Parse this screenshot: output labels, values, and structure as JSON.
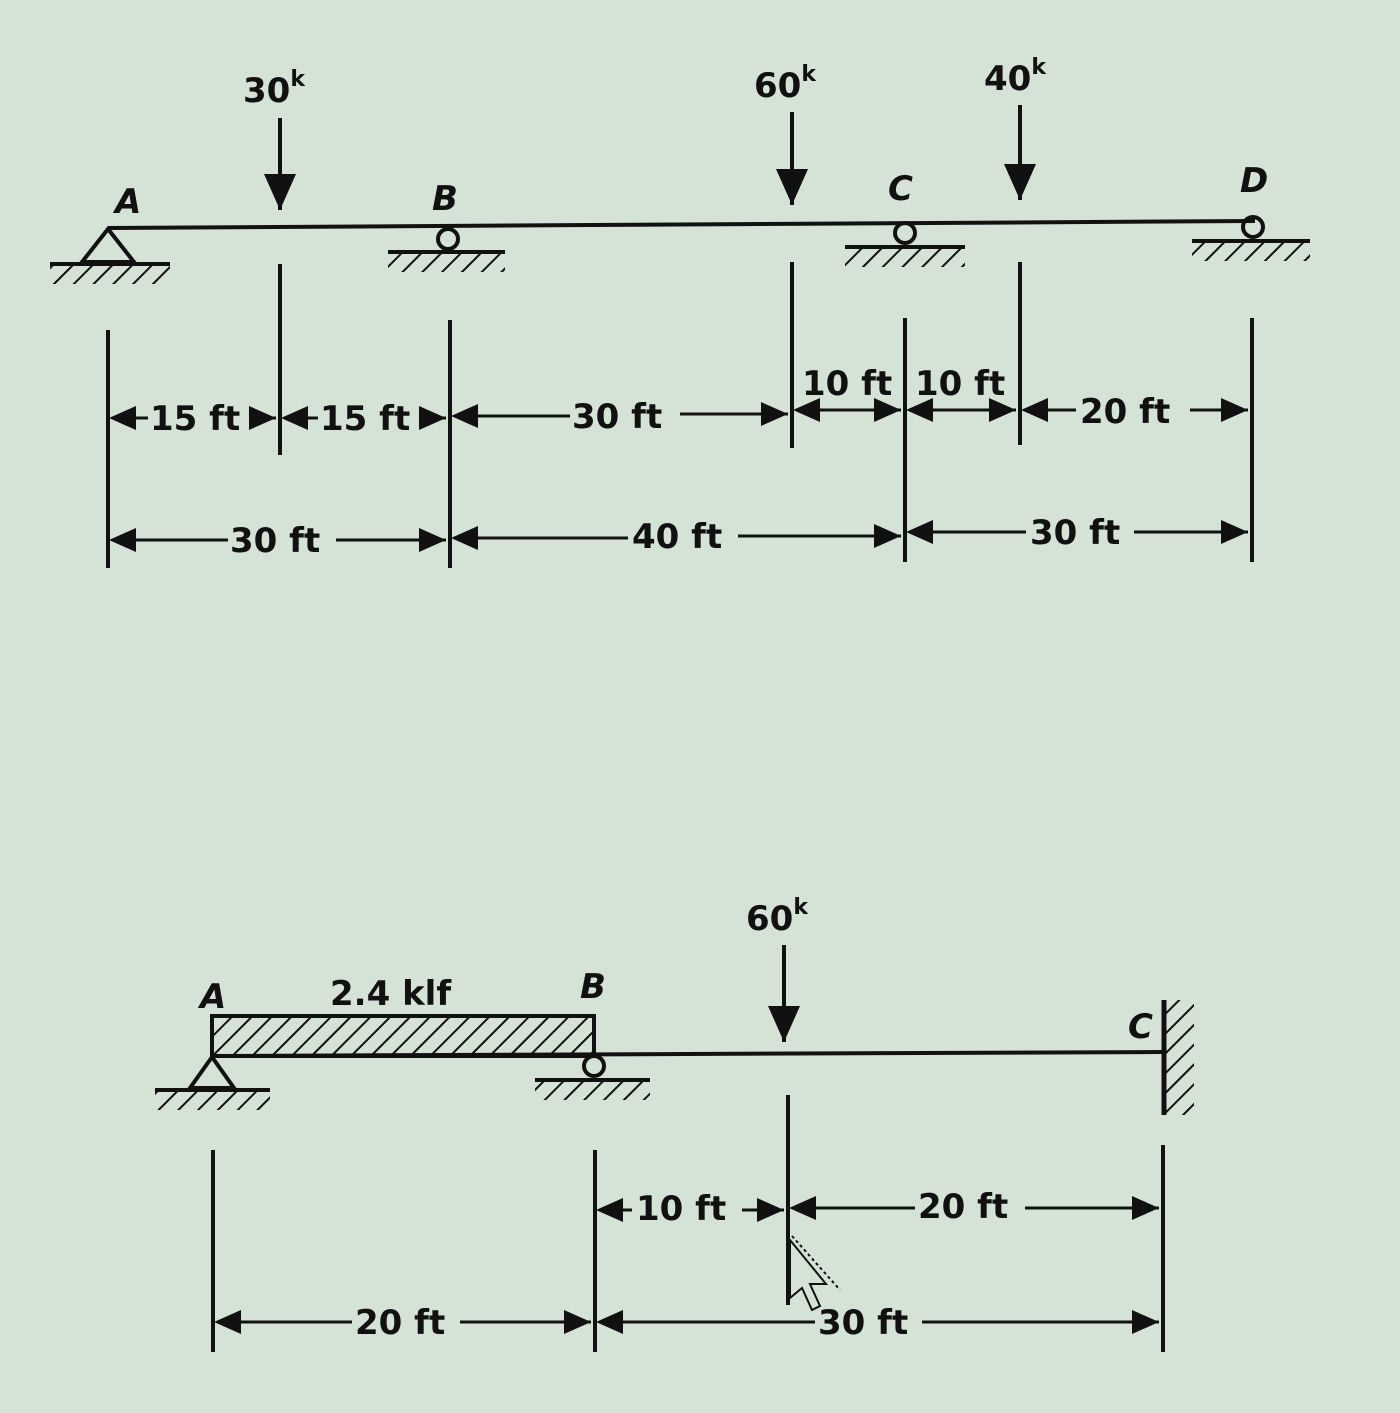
{
  "beam1": {
    "loads": [
      {
        "value": "30",
        "unit": "k"
      },
      {
        "value": "60",
        "unit": "k"
      },
      {
        "value": "40",
        "unit": "k"
      }
    ],
    "nodes": [
      "A",
      "B",
      "C",
      "D"
    ],
    "dims_upper": [
      "15 ft",
      "15 ft",
      "30 ft",
      "10 ft",
      "10 ft",
      "20 ft"
    ],
    "dims_lower": [
      "30 ft",
      "40 ft",
      "30 ft"
    ]
  },
  "beam2": {
    "load": {
      "value": "60",
      "unit": "k"
    },
    "distributed": "2.4 klf",
    "nodes": [
      "A",
      "B",
      "C"
    ],
    "dims_upper": [
      "10 ft",
      "20 ft"
    ],
    "dims_lower": [
      "20 ft",
      "30 ft"
    ]
  }
}
